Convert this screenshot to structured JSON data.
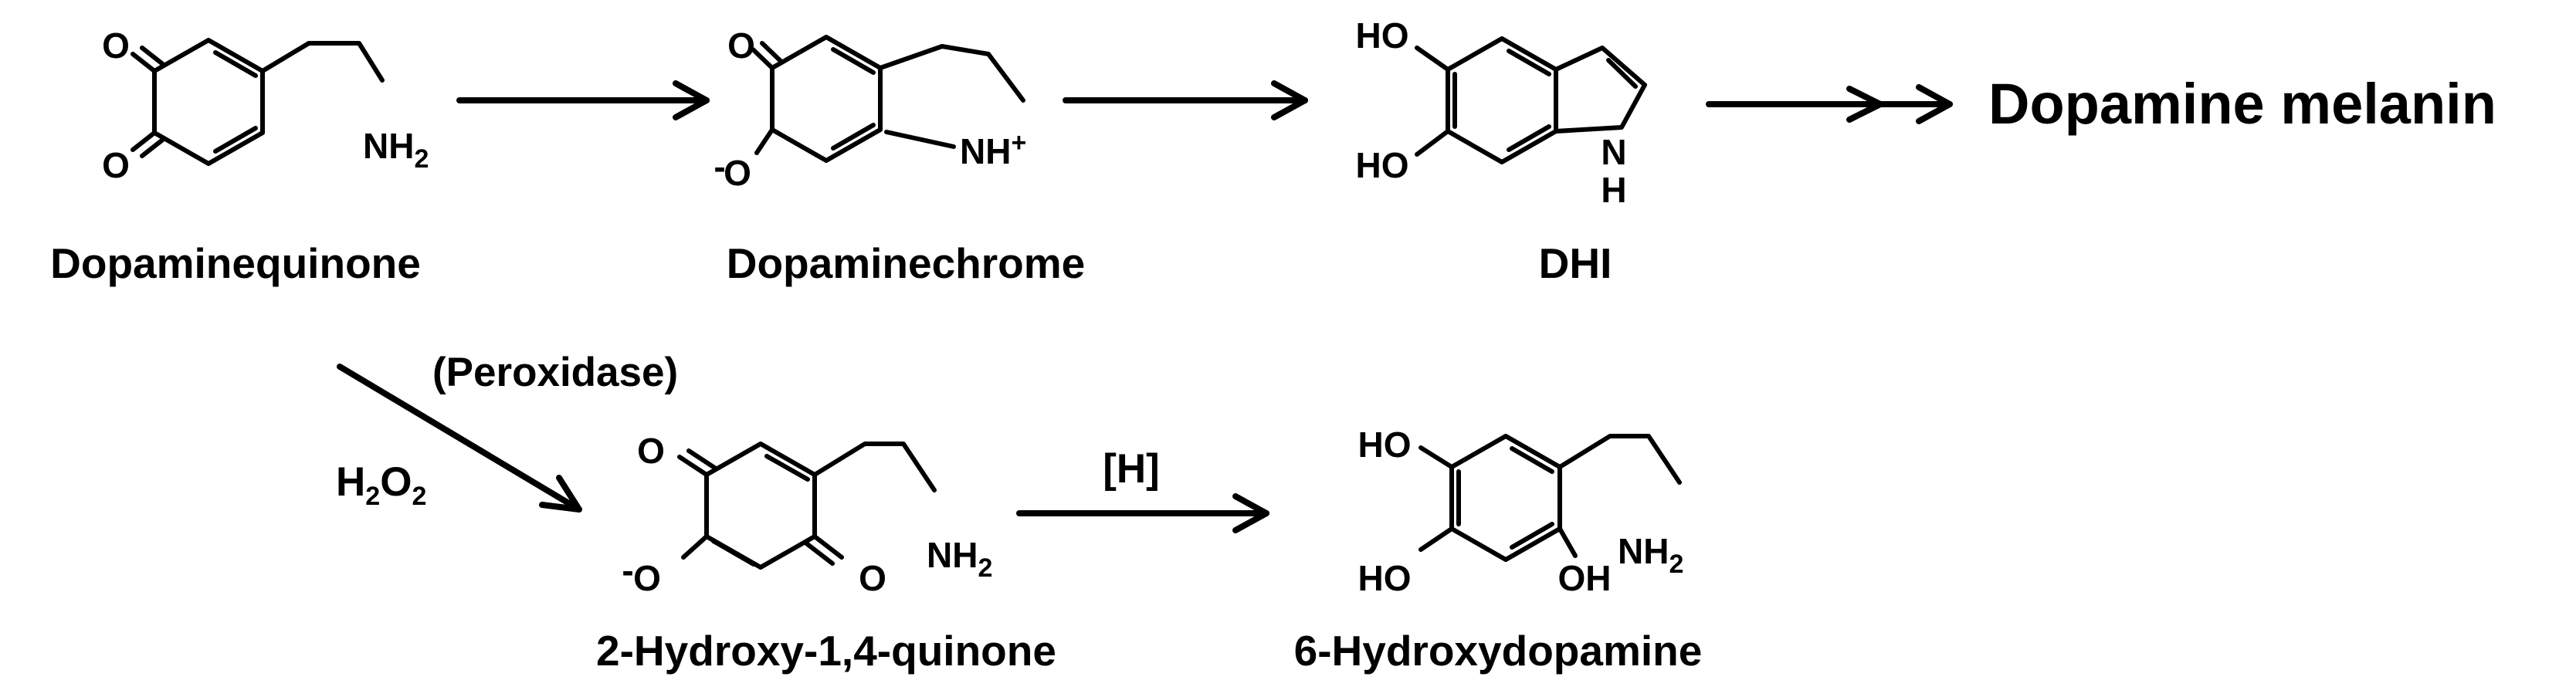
{
  "compounds": {
    "dopaminequinone": "Dopaminequinone",
    "dopaminechrome": "Dopaminechrome",
    "dhi": "DHI",
    "dopamine_melanin": "Dopamine melanin",
    "hydroxy_quinone": "2-Hydroxy-1,4-quinone",
    "hydroxydopamine": "6-Hydroxydopamine"
  },
  "conditions": {
    "peroxidase": "(Peroxidase)",
    "h2o2_main": "H",
    "h2o2_sub1": "2",
    "h2o2_o": "O",
    "h2o2_sub2": "2",
    "reduction": "[H]"
  },
  "atoms": {
    "o": "O",
    "nh": "NH",
    "nh_sub": "2",
    "nh_plus": "NH",
    "plus": "+",
    "minus": "-",
    "ho": "HO",
    "oh": "OH",
    "n": "N",
    "h": "H"
  }
}
